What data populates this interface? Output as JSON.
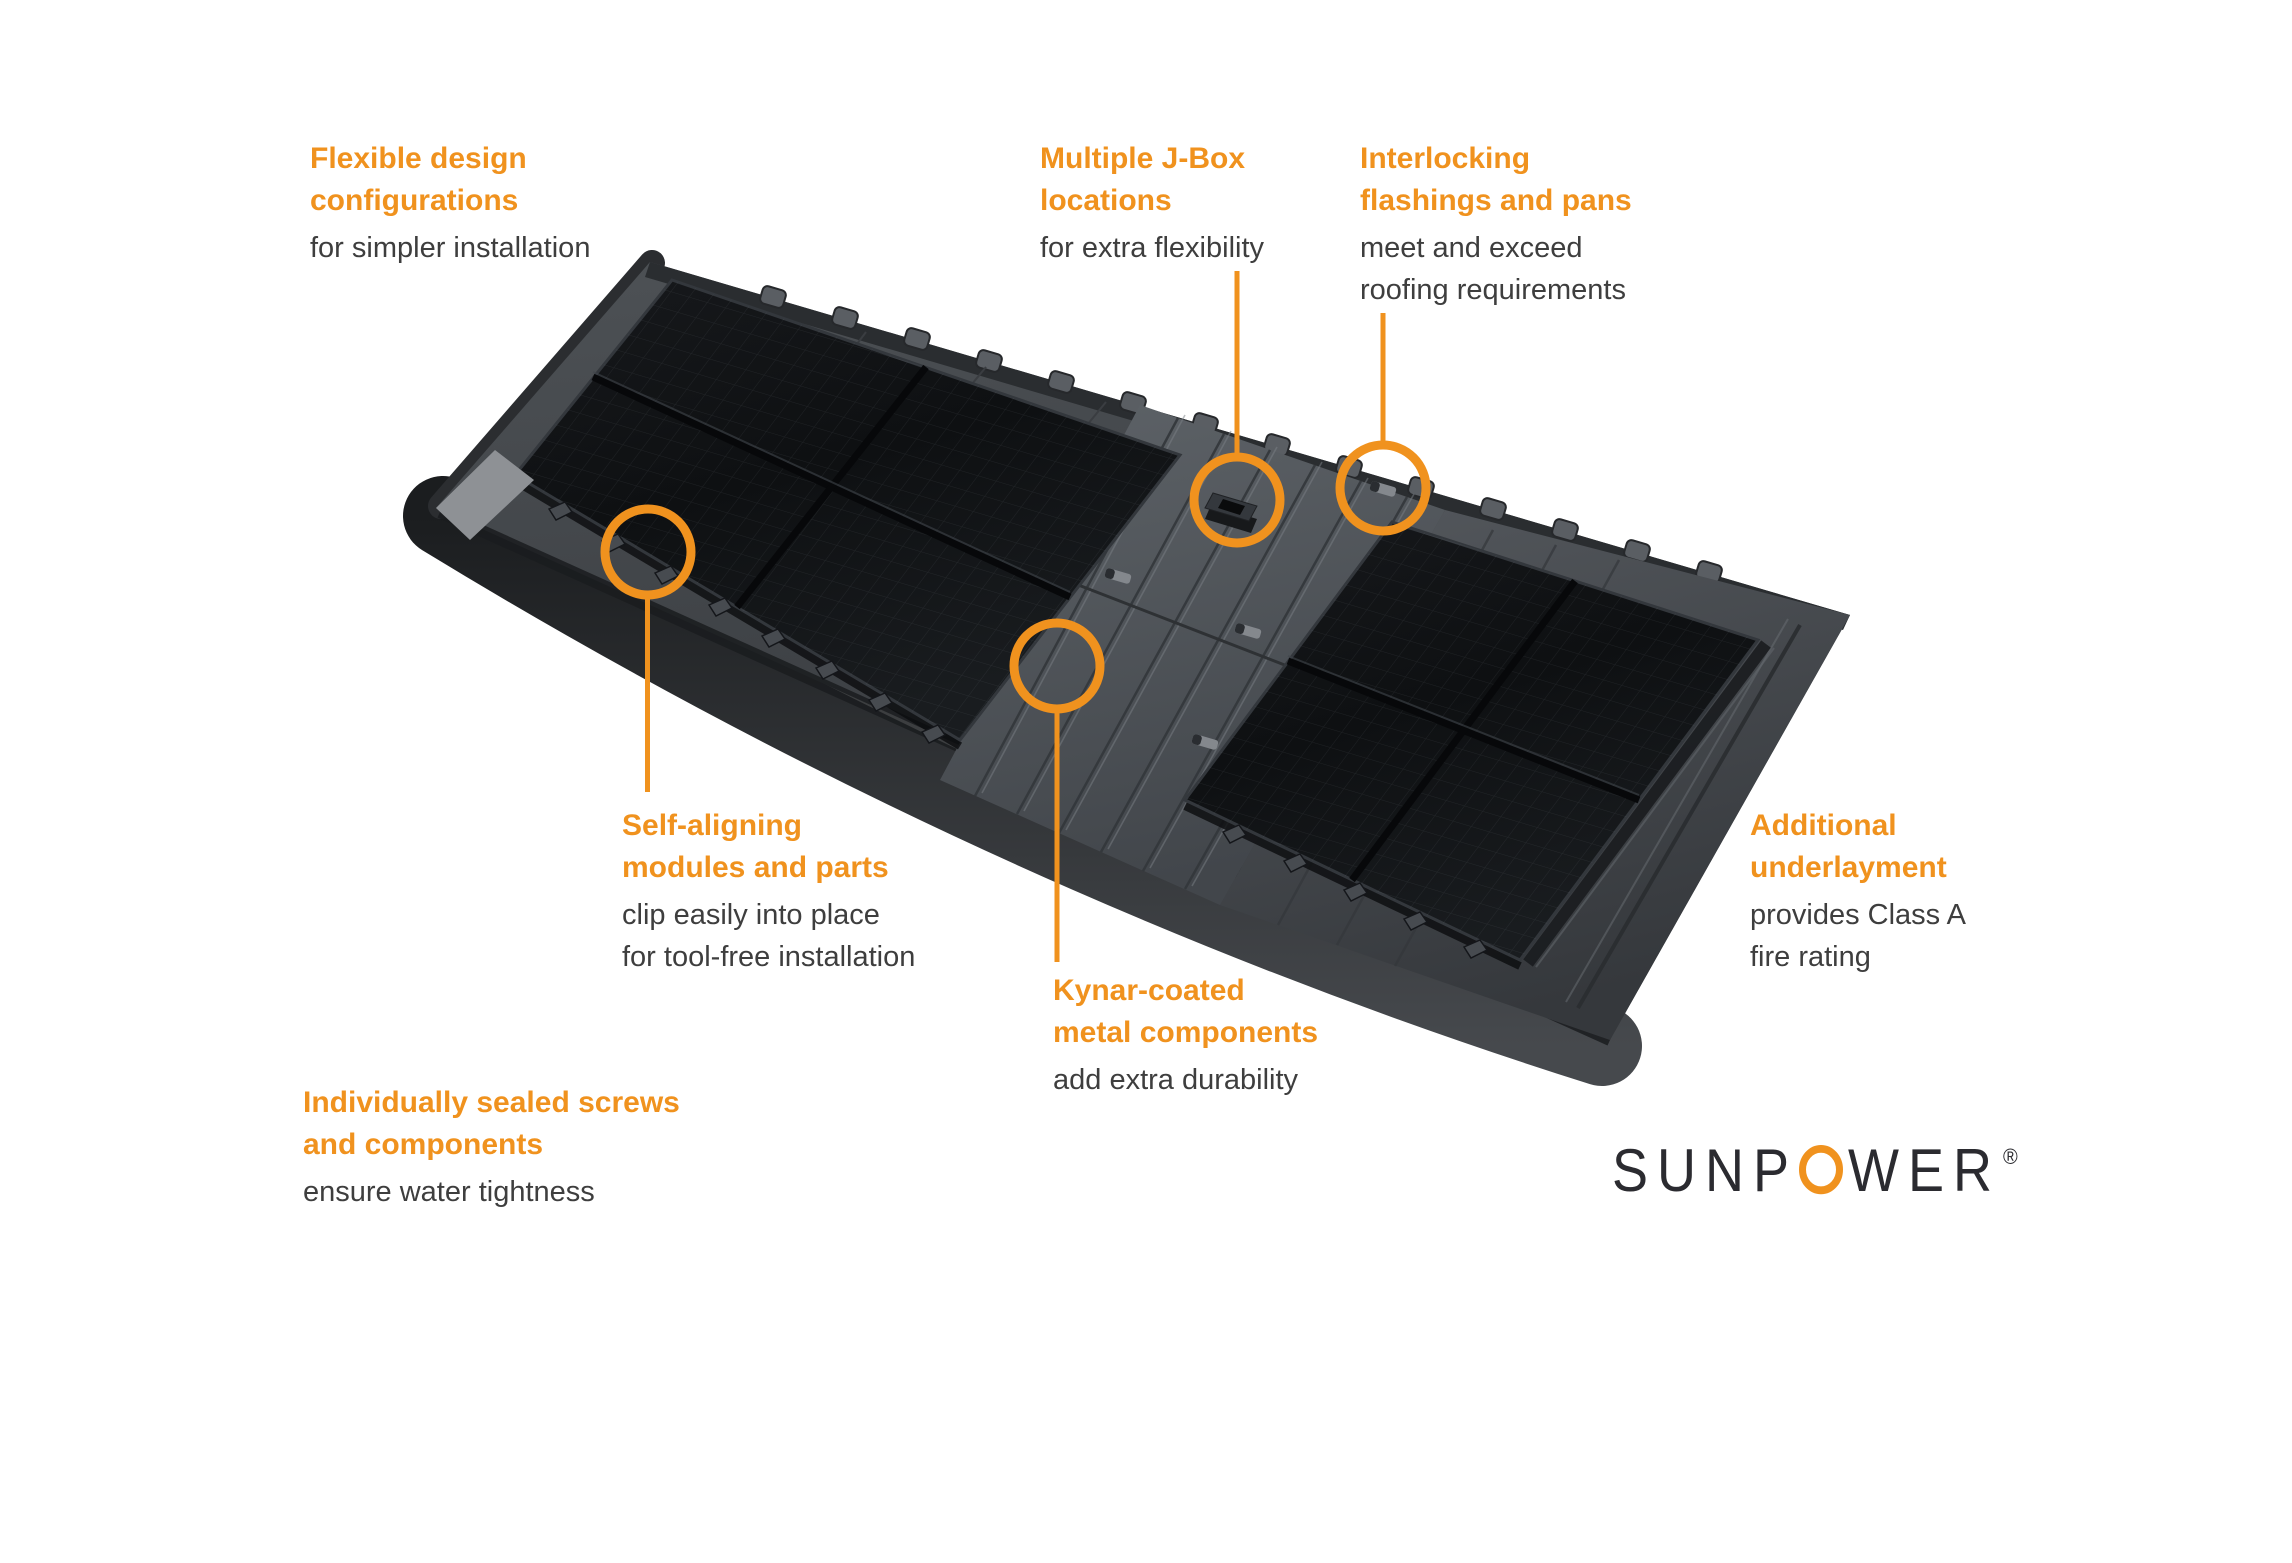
{
  "colors": {
    "accent": "#f0921e",
    "title_text": "#f0921e",
    "body_text": "#3e3e3e",
    "logo_text": "#2b2b30",
    "background": "#ffffff",
    "roof_dark": "#33363a",
    "panel_black": "#101214"
  },
  "logo": {
    "pre": "SUNP",
    "o": "O",
    "post": "WER",
    "registered": "®"
  },
  "callouts": {
    "flexible": {
      "title": "Flexible design\nconfigurations",
      "desc": "for simpler installation"
    },
    "jbox": {
      "title": "Multiple J-Box\nlocations",
      "desc": "for extra flexibility"
    },
    "interlocking": {
      "title": "Interlocking\nflashings and pans",
      "desc": "meet and exceed\nroofing requirements"
    },
    "self_aligning": {
      "title": "Self-aligning\nmodules and parts",
      "desc": "clip easily into place\nfor tool-free installation"
    },
    "kynar": {
      "title": "Kynar-coated\nmetal components",
      "desc": "add extra durability"
    },
    "underlayment": {
      "title": "Additional\nunderlayment",
      "desc": "provides Class A\nfire rating"
    },
    "sealed": {
      "title": "Individually sealed screws\nand components",
      "desc": "ensure water tightness"
    }
  }
}
